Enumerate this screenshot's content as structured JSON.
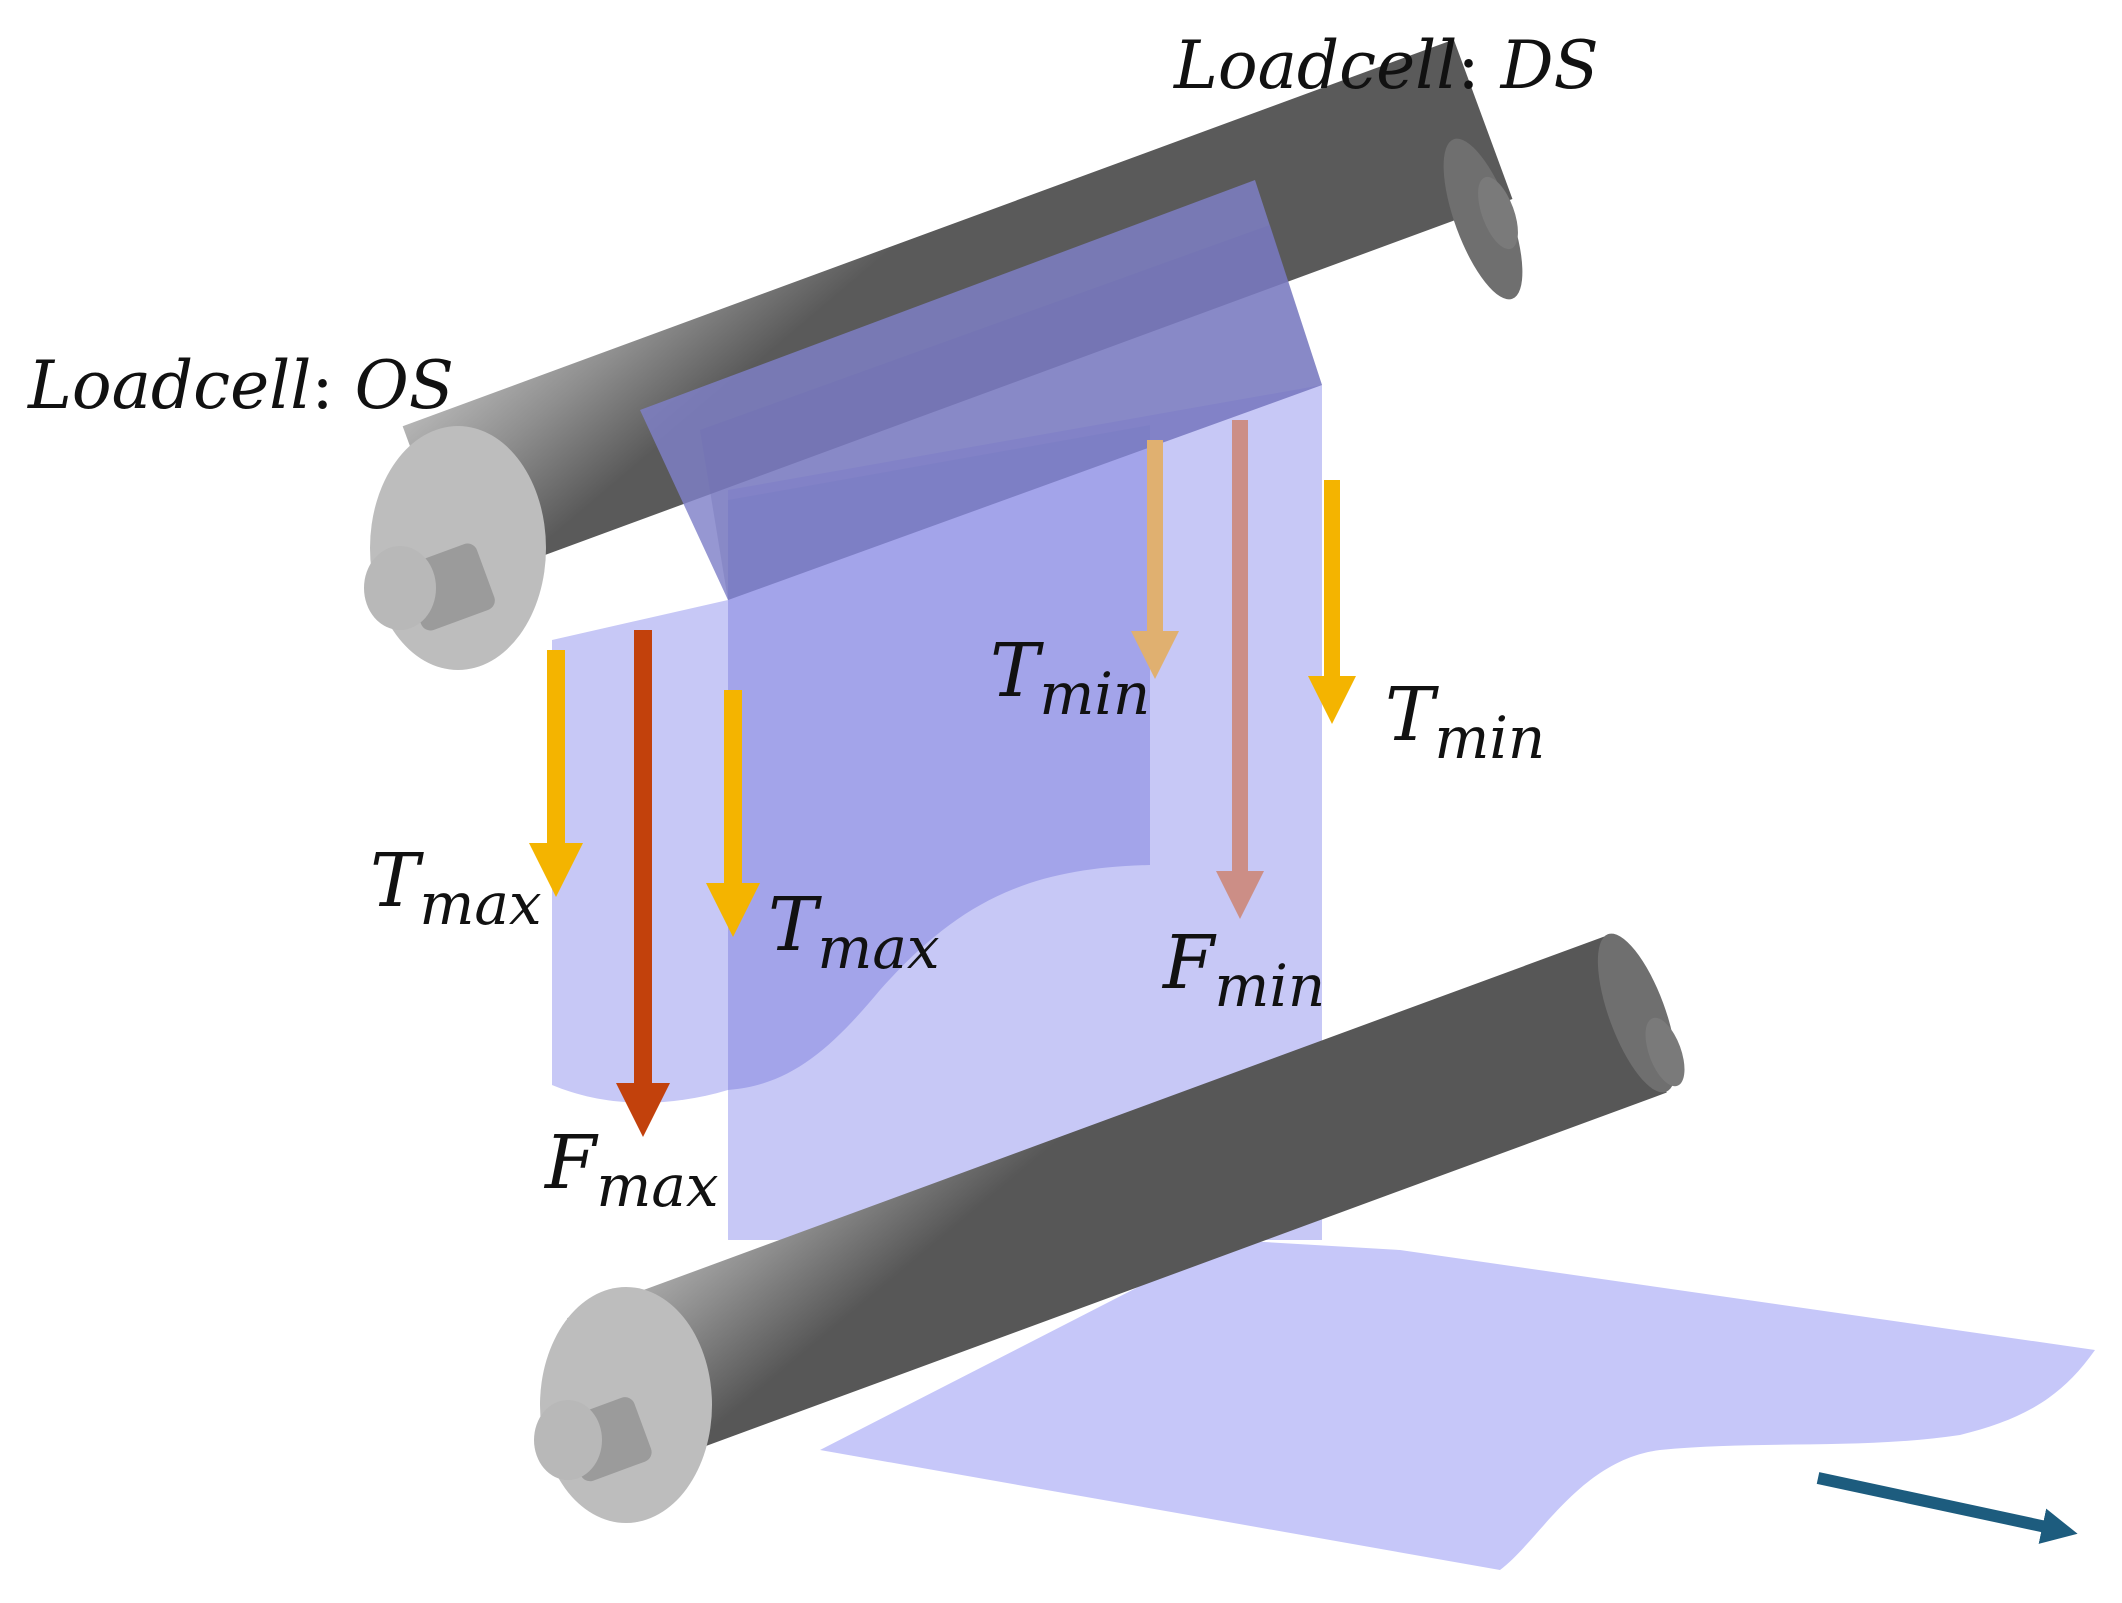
{
  "labels": {
    "loadcell_os": {
      "name": "Loadcell",
      "sep": ": ",
      "side": "OS"
    },
    "loadcell_ds": {
      "name": "Loadcell",
      "sep": ": ",
      "side": "DS"
    },
    "os_tension_outer": {
      "symbol": "T",
      "sub": "max"
    },
    "os_tension_inner": {
      "symbol": "T",
      "sub": "max"
    },
    "os_force": {
      "symbol": "F",
      "sub": "max"
    },
    "ds_tension_inner": {
      "symbol": "T",
      "sub": "min"
    },
    "ds_tension_outer": {
      "symbol": "T",
      "sub": "min"
    },
    "ds_force": {
      "symbol": "F",
      "sub": "min"
    }
  },
  "colors": {
    "roller": "#8a8a8a",
    "web_dark": "#7f80c8",
    "web_mid": "#a5a6ea",
    "web_light": "#c7c8f6",
    "tension_arrow": "#f4b400",
    "force_max_arrow": "#c2410c",
    "tension_min_faded": "#e0b070",
    "force_min_faded": "#cc8e86",
    "web_direction_arrow": "#1d5c7e"
  }
}
